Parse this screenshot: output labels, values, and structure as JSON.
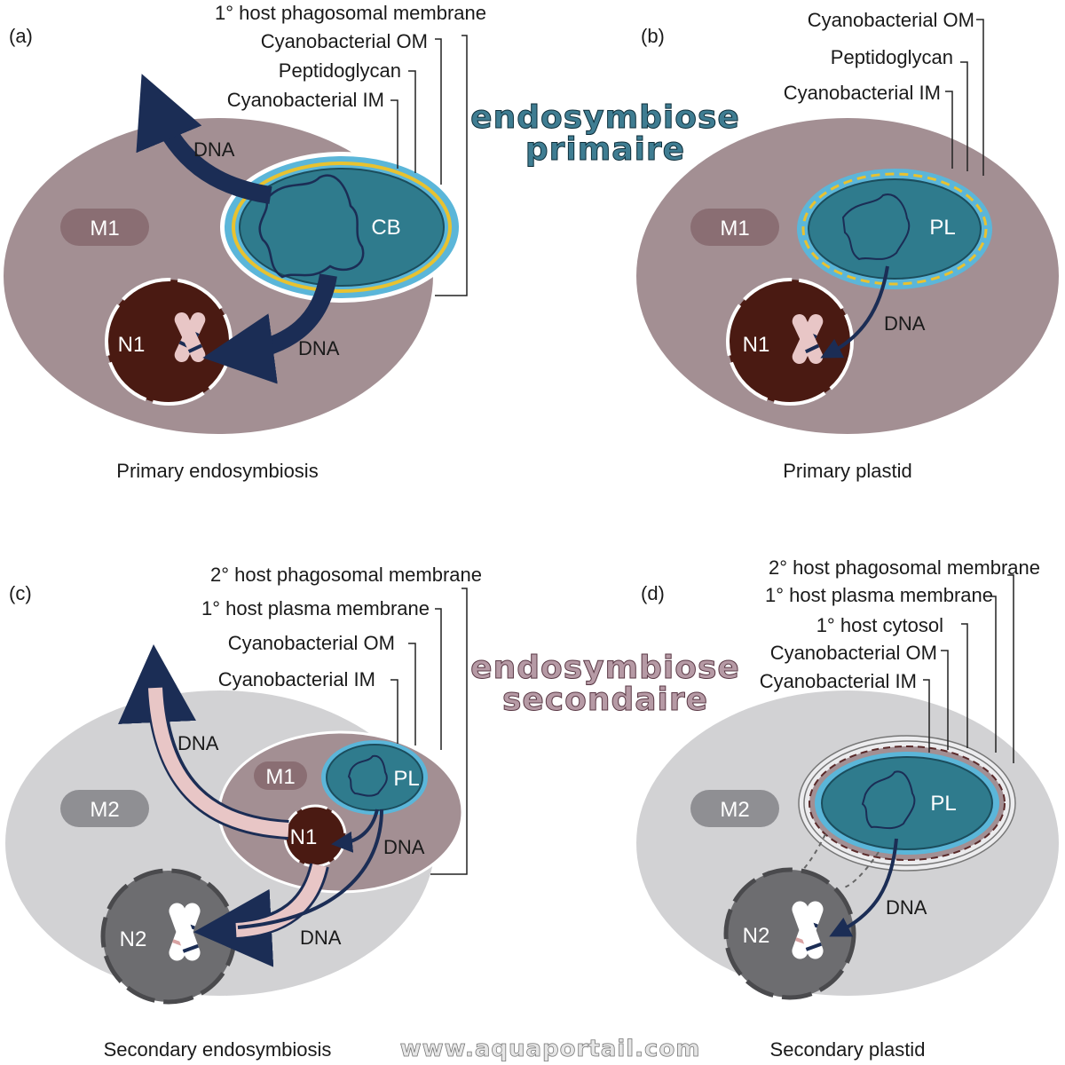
{
  "panels": {
    "a": {
      "letter": "(a)",
      "caption": "Primary endosymbiosis",
      "membranes": [
        "1° host phagosomal membrane",
        "Cyanobacterial OM",
        "Peptidoglycan",
        "Cyanobacterial IM"
      ],
      "compartments": {
        "m": "M1",
        "n": "N1",
        "cb": "CB"
      },
      "dna": [
        "DNA",
        "DNA"
      ]
    },
    "b": {
      "letter": "(b)",
      "caption": "Primary plastid",
      "membranes": [
        "Cyanobacterial OM",
        "Peptidoglycan",
        "Cyanobacterial IM"
      ],
      "compartments": {
        "m": "M1",
        "n": "N1",
        "pl": "PL"
      },
      "dna": [
        "DNA"
      ]
    },
    "c": {
      "letter": "(c)",
      "caption": "Secondary endosymbiosis",
      "membranes": [
        "2° host phagosomal membrane",
        "1° host plasma membrane",
        "Cyanobacterial OM",
        "Cyanobacterial IM"
      ],
      "compartments": {
        "m2": "M2",
        "m1": "M1",
        "n1": "N1",
        "n2": "N2",
        "pl": "PL"
      },
      "dna": [
        "DNA",
        "DNA",
        "DNA"
      ]
    },
    "d": {
      "letter": "(d)",
      "caption": "Secondary plastid",
      "membranes": [
        "2° host phagosomal membrane",
        "1° host plasma membrane",
        "1° host cytosol",
        "Cyanobacterial OM",
        "Cyanobacterial IM"
      ],
      "compartments": {
        "m": "M2",
        "n": "N2",
        "pl": "PL"
      },
      "dna": [
        "DNA"
      ]
    }
  },
  "overlays": {
    "primary": [
      "endosymbiose",
      "primaire"
    ],
    "secondary": [
      "endosymbiose",
      "secondaire"
    ],
    "watermark": "www.aquaportail.com"
  },
  "colors": {
    "cell_primary": "#a38f93",
    "cell_secondary": "#d2d2d4",
    "nucleus_primary": "#4a1a12",
    "nucleus_secondary": "#6d6d70",
    "plastid": "#2f7b8d",
    "membrane_blue": "#5bb6d9",
    "peptidoglycan": "#e8c230",
    "arrow_dna": "#1b2d55",
    "arrow_pink": "#e8c6c6",
    "title_primary": "#3f7d92",
    "title_secondary": "#8a6a75"
  }
}
